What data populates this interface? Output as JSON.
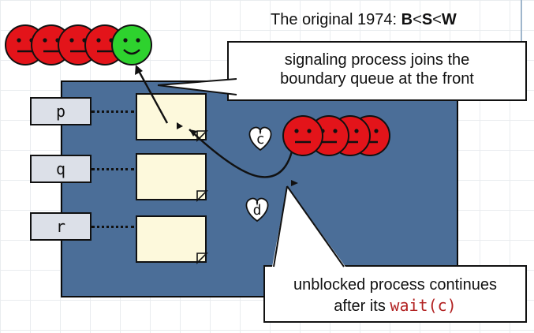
{
  "title": {
    "prefix": "The original 1974: ",
    "b": "B",
    "lt1": "<",
    "s": "S",
    "lt2": "<",
    "w": "W"
  },
  "callouts": {
    "top_line1": "signaling process joins the",
    "top_line2": "boundary queue at the front",
    "bottom_line1": "unblocked process continues",
    "bottom_line2_prefix": "after its ",
    "bottom_line2_code": "wait(c)"
  },
  "entries": [
    {
      "label": "p"
    },
    {
      "label": "q"
    },
    {
      "label": "r"
    }
  ],
  "conditions": {
    "c": "c",
    "d": "d"
  },
  "colors": {
    "monitor": "#4b6e98",
    "unhappy": "#e3141a",
    "happy": "#2ed22e",
    "cell": "#fdf9dc",
    "label_box": "#dce0e8"
  }
}
